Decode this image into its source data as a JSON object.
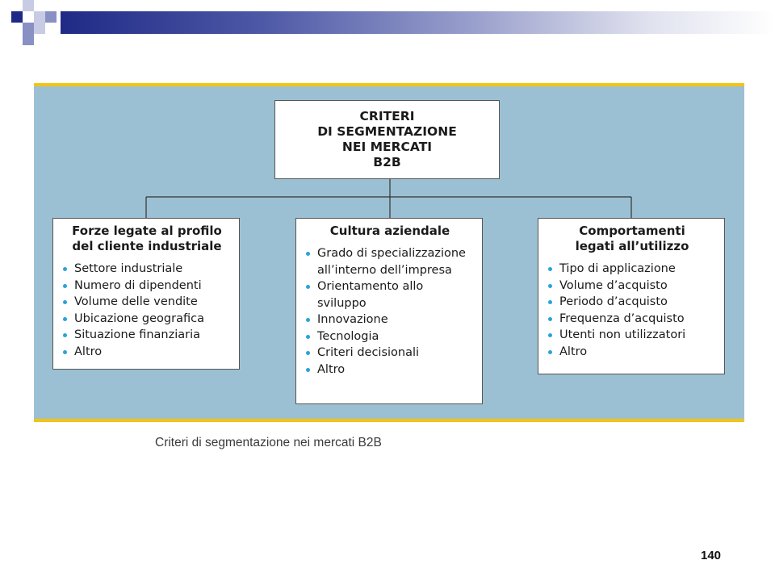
{
  "root": {
    "title": "CRITERI\nDI SEGMENTAZIONE\nNEI MERCATI\nB2B"
  },
  "branches": [
    {
      "title": "Forze legate al profilo\ndel cliente industriale",
      "items": [
        "Settore industriale",
        "Numero di dipendenti",
        "Volume delle vendite",
        "Ubicazione geografica",
        "Situazione finanziaria",
        "Altro"
      ]
    },
    {
      "title": "Cultura aziendale",
      "items": [
        "Grado di specializzazione all’interno dell’impresa",
        "Orientamento allo sviluppo",
        "Innovazione",
        "Tecnologia",
        "Criteri decisionali",
        "Altro"
      ]
    },
    {
      "title": "Comportamenti\nlegati all’utilizzo",
      "items": [
        "Tipo di applicazione",
        "Volume d’acquisto",
        "Periodo d’acquisto",
        "Frequenza d’acquisto",
        "Utenti non utilizzatori",
        "Altro"
      ]
    }
  ],
  "caption": "Criteri di segmentazione nei mercati B2B",
  "page_number": "140",
  "colors": {
    "panel_background": "#9cc0d3",
    "panel_border": "#f3c316",
    "bullet": "#2aa3d8",
    "header_dark": "#1f2a86",
    "header_light": "#9aa0cc"
  }
}
